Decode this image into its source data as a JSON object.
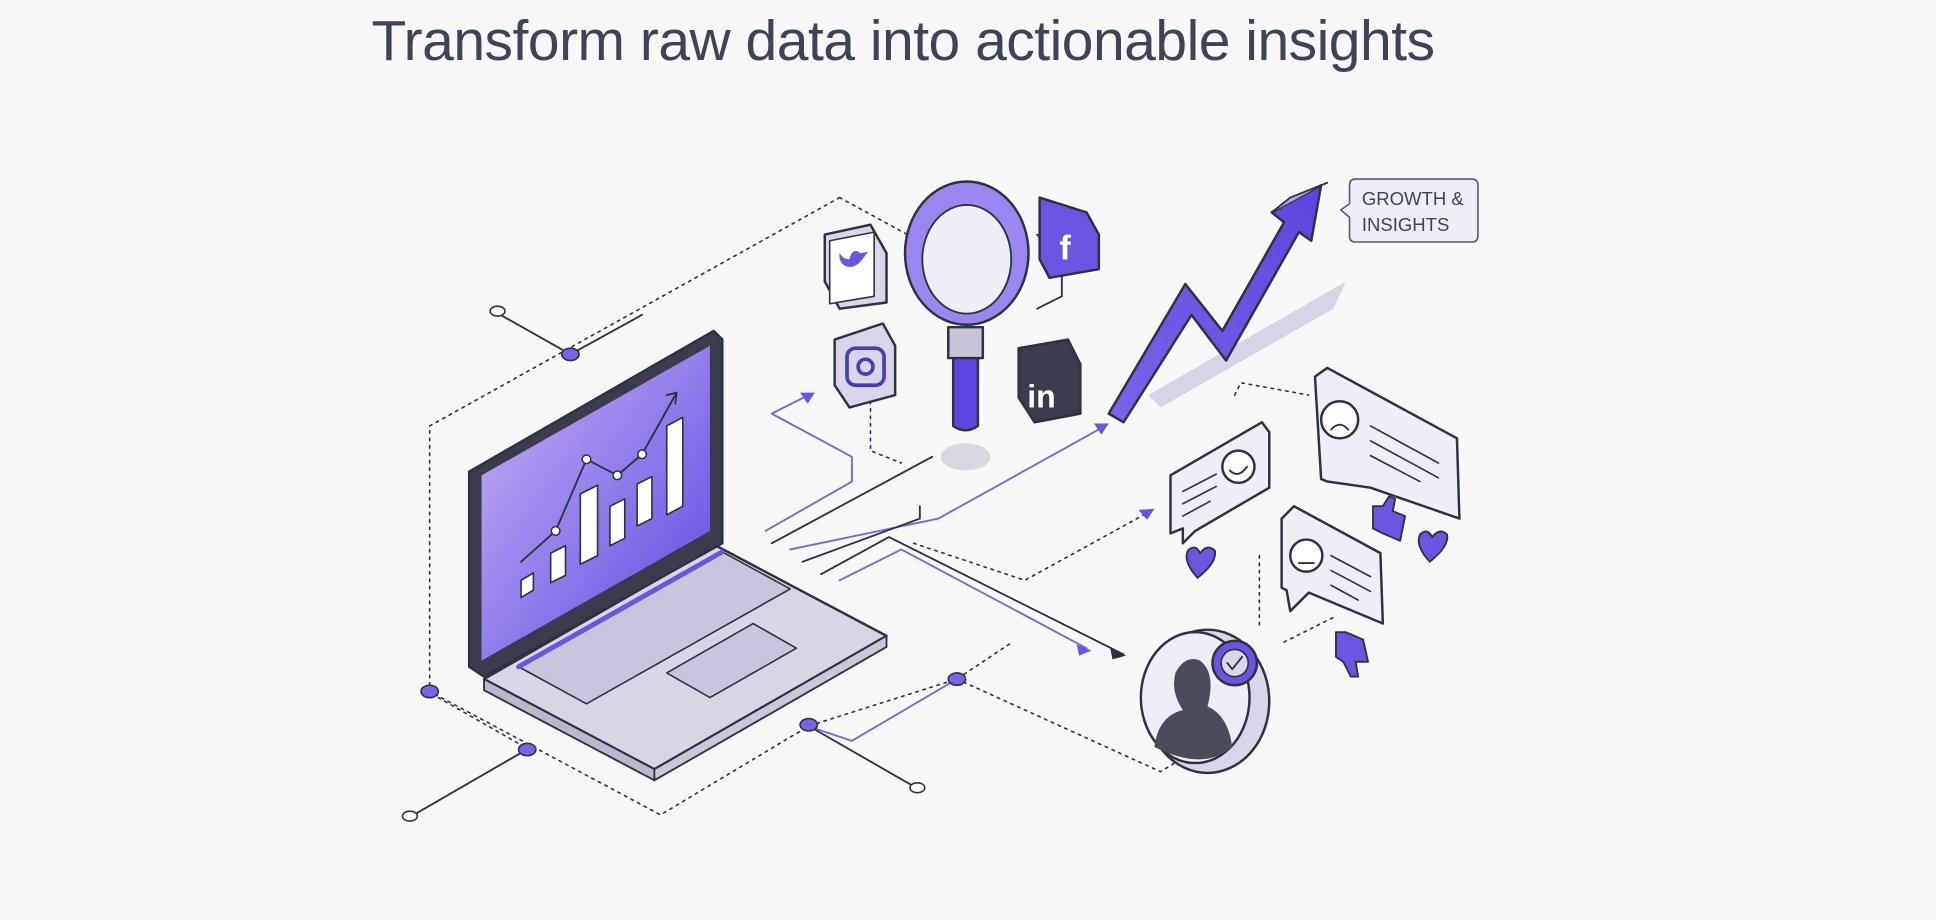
{
  "title": "Transform raw data into actionable insights",
  "callout": {
    "line1": "GROWTH &",
    "line2": "INSIGHTS"
  },
  "icons": [
    "laptop-icon",
    "magnifier-icon",
    "twitter-icon",
    "facebook-icon",
    "instagram-icon",
    "linkedin-icon",
    "growth-arrow-icon",
    "happy-chat-icon",
    "sad-chat-icon",
    "neutral-chat-icon",
    "user-avatar-icon",
    "heart-icon",
    "thumbs-up-icon",
    "thumbs-down-icon"
  ],
  "colors": {
    "accent": "#6a55e0",
    "accent_light": "#b8a6f0",
    "outline": "#2f3140",
    "text": "#3f4358"
  }
}
